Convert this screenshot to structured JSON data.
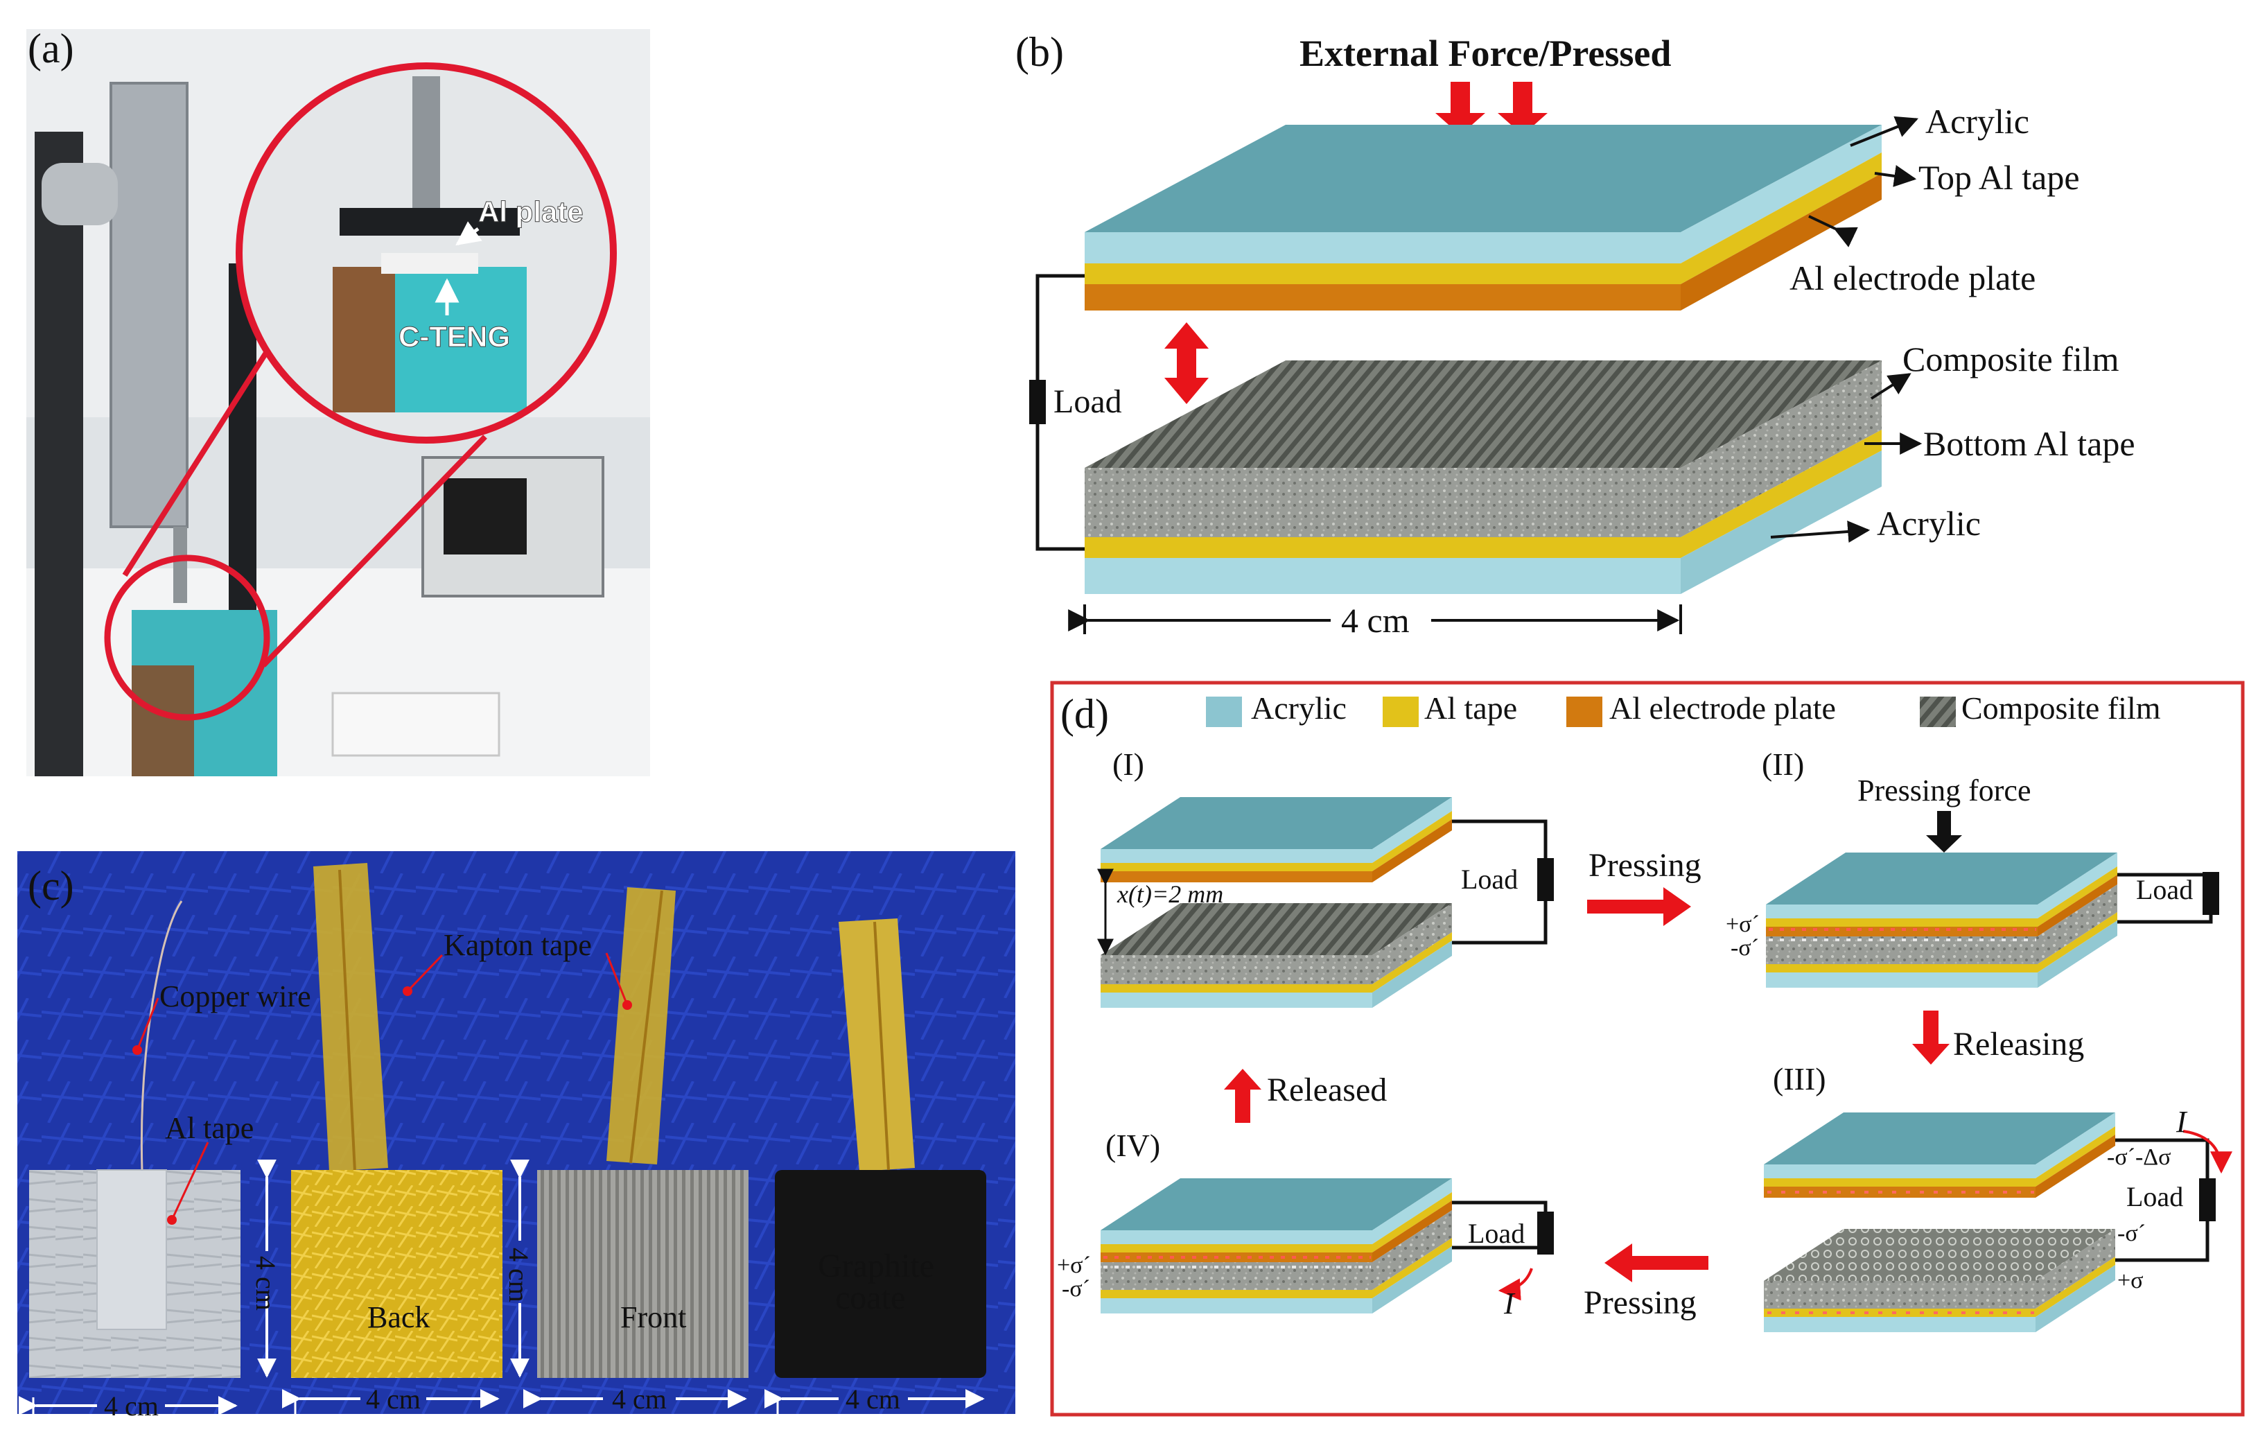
{
  "panels": {
    "a": {
      "label": "(a)",
      "callouts": {
        "al_plate": "Al plate",
        "c_teng": "C-TENG"
      }
    },
    "b": {
      "label": "(b)",
      "title": "External Force/Pressed",
      "layers_top": [
        "Acrylic",
        "Top Al tape",
        "Al electrode plate"
      ],
      "layers_bottom": [
        "Composite film",
        "Bottom Al tape",
        "Acrylic"
      ],
      "load": "Load",
      "dimension": "4 cm"
    },
    "c": {
      "label": "(c)",
      "annotations": {
        "copper_wire": "Copper wire",
        "kapton_tape": "Kapton tape",
        "al_tape": "Al tape"
      },
      "samples": [
        {
          "name": "",
          "width": "4 cm",
          "height": "4 cm"
        },
        {
          "name": "Back",
          "width": "4 cm"
        },
        {
          "name": "Front",
          "width": "4 cm",
          "height": "4 cm"
        },
        {
          "name": "Graphite coate",
          "width": "4 cm"
        }
      ]
    },
    "d": {
      "label": "(d)",
      "legend": [
        "Acrylic",
        "Al tape",
        "Al electrode plate",
        "Composite film"
      ],
      "stages": {
        "I": {
          "label": "(I)",
          "gap": "x(t)=2 mm",
          "load": "Load"
        },
        "II": {
          "label": "(II)",
          "force": "Pressing force",
          "load": "Load",
          "charge_top": "+σ´",
          "charge_bottom": "-σ´"
        },
        "III": {
          "label": "(III)",
          "load": "Load",
          "current": "I",
          "charge_top": "-σ´-Δσ",
          "charge_mid": "-σ´",
          "charge_bottom": "+σ"
        },
        "IV": {
          "label": "(IV)",
          "load": "Load",
          "current": "I",
          "charge_top": "+σ´",
          "charge_bottom": "-σ´"
        }
      },
      "transitions": {
        "pressing_1": "Pressing",
        "releasing": "Releasing",
        "pressing_2": "Pressing",
        "released": "Released"
      }
    }
  },
  "colors": {
    "acrylic_top": "#62a3ae",
    "acrylic_side": "#9fd2dc",
    "al_tape": "#e2c21a",
    "electrode": "#d27a10",
    "composite": "#8a8d88",
    "arrow_red": "#e8141a",
    "frame_red": "#d32f2f"
  }
}
